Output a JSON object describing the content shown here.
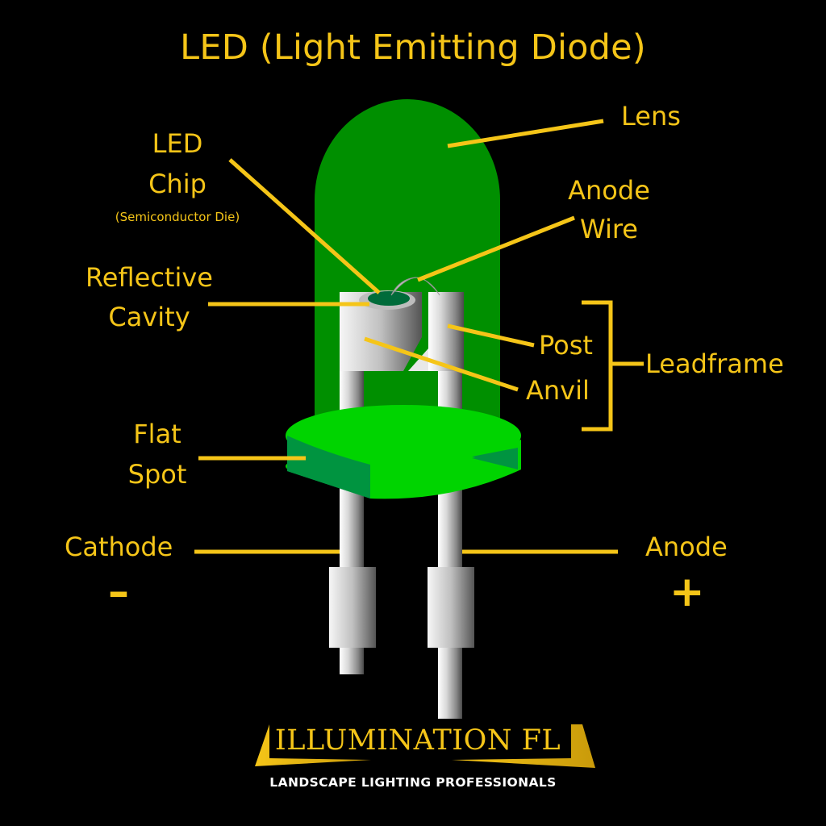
{
  "title": "LED (Light Emitting Diode)",
  "colors": {
    "background": "#000000",
    "label": "#f5c518",
    "lens": "#008f00",
    "base_top": "#00d400",
    "base_side": "#009440",
    "chip": "#006b3a",
    "metal_light": "#f2f2f2",
    "metal_dark": "#5a5a5a",
    "logo_sub": "#ffffff"
  },
  "labels": {
    "lens": "Lens",
    "led_chip_line1": "LED",
    "led_chip_line2": "Chip",
    "led_chip_sub": "(Semiconductor Die)",
    "anode_wire_line1": "Anode",
    "anode_wire_line2": "Wire",
    "reflective_cavity_line1": "Reflective",
    "reflective_cavity_line2": "Cavity",
    "post": "Post",
    "anvil": "Anvil",
    "leadframe": "Leadframe",
    "flat_spot_line1": "Flat",
    "flat_spot_line2": "Spot",
    "cathode": "Cathode",
    "cathode_sign": "–",
    "anode": "Anode",
    "anode_sign": "+"
  },
  "logo": {
    "name": "ILLUMINATION FL",
    "tagline": "LANDSCAPE LIGHTING PROFESSIONALS"
  }
}
